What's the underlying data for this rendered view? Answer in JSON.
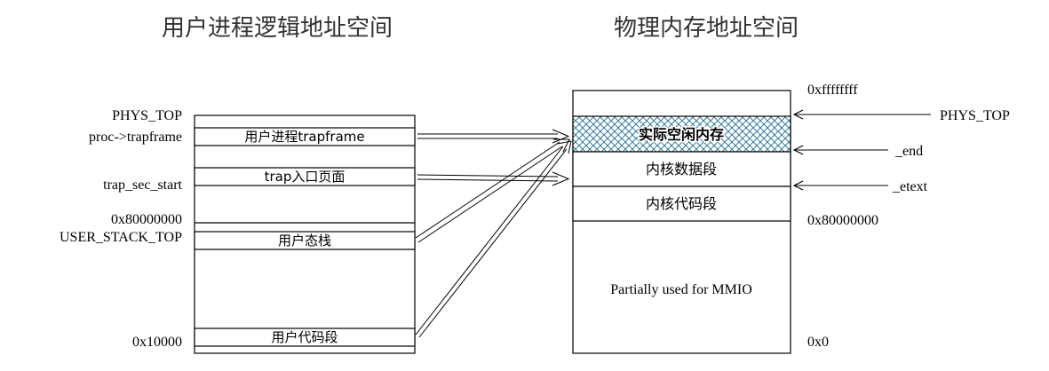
{
  "titles": {
    "user": "用户进程逻辑地址空间",
    "phys": "物理内存地址空间"
  },
  "user_space": {
    "left_labels": {
      "phys_top": "PHYS_TOP",
      "proc_trapframe": "proc->trapframe",
      "trap_sec_start": "trap_sec_start",
      "addr_80000000": "0x80000000",
      "user_stack_top": "USER_STACK_TOP",
      "addr_10000": "0x10000"
    },
    "blocks": {
      "trapframe": "用户进程trapframe",
      "trap_entry": "trap入口页面",
      "user_stack": "用户态栈",
      "user_code": "用户代码段"
    }
  },
  "phys_space": {
    "blocks": {
      "free_memory": "实际空闲内存",
      "kernel_data": "内核数据段",
      "kernel_code": "内核代码段",
      "mmio": "Partially used for MMIO"
    },
    "right_labels": {
      "addr_ffffffff": "0xffffffff",
      "phys_top": "PHYS_TOP",
      "end": "_end",
      "etext": "_etext",
      "addr_80000000": "0x80000000",
      "addr_0": "0x0"
    }
  }
}
